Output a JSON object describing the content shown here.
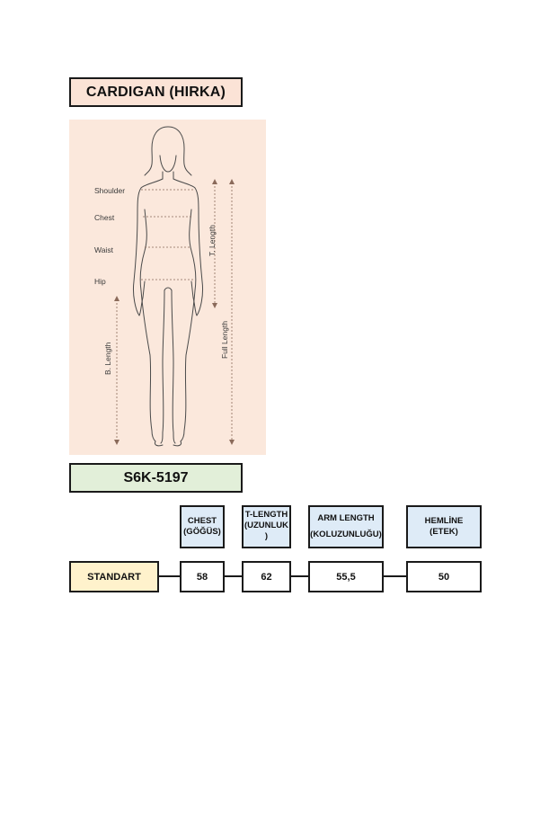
{
  "title": "CARDIGAN (HIRKA)",
  "figure": {
    "labels": {
      "shoulder": "Shoulder",
      "chest": "Chest",
      "waist": "Waist",
      "hip": "Hip",
      "b_length": "B. Length",
      "t_length": "T. Length",
      "full_length": "Full Length"
    }
  },
  "product_code": "S6K-5197",
  "table": {
    "headers": {
      "chest": [
        "CHEST",
        "(GÖĞÜS)"
      ],
      "t_length": [
        "T-LENGTH",
        "(UZUNLUK",
        ")"
      ],
      "arm_length": [
        "ARM LENGTH",
        "(KOLUZUNLUĞU)"
      ],
      "hemline": [
        "HEMLİNE",
        "(ETEK)"
      ]
    },
    "row": {
      "label": "STANDART",
      "chest": "58",
      "t_length": "62",
      "arm_length": "55,5",
      "hemline": "50"
    }
  },
  "colors": {
    "title_bg": "#fbe3d6",
    "figure_bg": "#fbe8dc",
    "code_bg": "#e2efd9",
    "header_bg": "#deebf7",
    "row_label_bg": "#fff2cc"
  }
}
